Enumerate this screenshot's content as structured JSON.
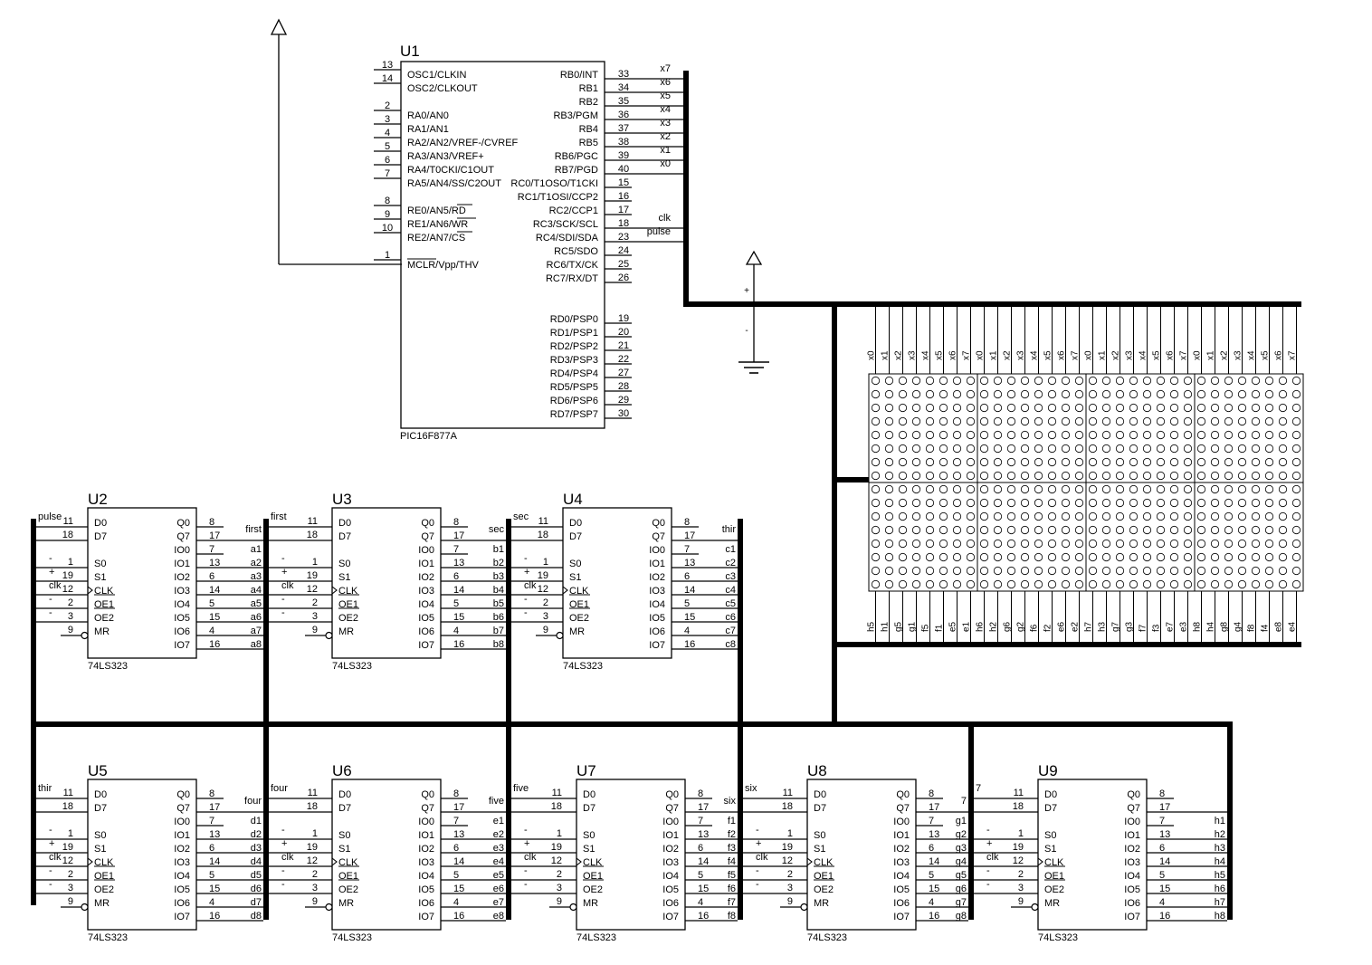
{
  "u1": {
    "ref": "U1",
    "part": "PIC16F877A",
    "left_pins": [
      {
        "num": "13",
        "name": "OSC1/CLKIN"
      },
      {
        "num": "14",
        "name": "OSC2/CLKOUT"
      },
      {
        "num": "2",
        "name": "RA0/AN0"
      },
      {
        "num": "3",
        "name": "RA1/AN1"
      },
      {
        "num": "4",
        "name": "RA2/AN2/VREF-/CVREF"
      },
      {
        "num": "5",
        "name": "RA3/AN3/VREF+"
      },
      {
        "num": "6",
        "name": "RA4/T0CKI/C1OUT"
      },
      {
        "num": "7",
        "name": "RA5/AN4/SS/C2OUT"
      },
      {
        "num": "8",
        "name": "RE0/AN5/RD"
      },
      {
        "num": "9",
        "name": "RE1/AN6/WR"
      },
      {
        "num": "10",
        "name": "RE2/AN7/CS"
      },
      {
        "num": "1",
        "name": "MCLR/Vpp/THV"
      }
    ],
    "right_pins": [
      {
        "num": "33",
        "name": "RB0/INT",
        "net": "x7"
      },
      {
        "num": "34",
        "name": "RB1",
        "net": "x6"
      },
      {
        "num": "35",
        "name": "RB2",
        "net": "x5"
      },
      {
        "num": "36",
        "name": "RB3/PGM",
        "net": "x4"
      },
      {
        "num": "37",
        "name": "RB4",
        "net": "x3"
      },
      {
        "num": "38",
        "name": "RB5",
        "net": "x2"
      },
      {
        "num": "39",
        "name": "RB6/PGC",
        "net": "x1"
      },
      {
        "num": "40",
        "name": "RB7/PGD",
        "net": "x0"
      },
      {
        "num": "15",
        "name": "RC0/T1OSO/T1CKI",
        "net": ""
      },
      {
        "num": "16",
        "name": "RC1/T1OSI/CCP2",
        "net": ""
      },
      {
        "num": "17",
        "name": "RC2/CCP1",
        "net": ""
      },
      {
        "num": "18",
        "name": "RC3/SCK/SCL",
        "net": "clk"
      },
      {
        "num": "23",
        "name": "RC4/SDI/SDA",
        "net": "pulse"
      },
      {
        "num": "24",
        "name": "RC5/SDO",
        "net": ""
      },
      {
        "num": "25",
        "name": "RC6/TX/CK",
        "net": ""
      },
      {
        "num": "26",
        "name": "RC7/RX/DT",
        "net": ""
      },
      {
        "num": "19",
        "name": "RD0/PSP0",
        "net": ""
      },
      {
        "num": "20",
        "name": "RD1/PSP1",
        "net": ""
      },
      {
        "num": "21",
        "name": "RD2/PSP2",
        "net": ""
      },
      {
        "num": "22",
        "name": "RD3/PSP3",
        "net": ""
      },
      {
        "num": "27",
        "name": "RD4/PSP4",
        "net": ""
      },
      {
        "num": "28",
        "name": "RD5/PSP5",
        "net": ""
      },
      {
        "num": "29",
        "name": "RD6/PSP6",
        "net": ""
      },
      {
        "num": "30",
        "name": "RD7/PSP7",
        "net": ""
      }
    ]
  },
  "battery": {
    "plus": "+",
    "minus": "-"
  },
  "matrix": {
    "top_labels": [
      "x0",
      "x1",
      "x2",
      "x3",
      "x4",
      "x5",
      "x6",
      "x7",
      "x0",
      "x1",
      "x2",
      "x3",
      "x4",
      "x5",
      "x6",
      "x7",
      "x0",
      "x1",
      "x2",
      "x3",
      "x4",
      "x5",
      "x6",
      "x7",
      "x0",
      "x1",
      "x2",
      "x3",
      "x4",
      "x5",
      "x6",
      "x7"
    ],
    "bottom_labels": [
      "h5",
      "h1",
      "g5",
      "g1",
      "f5",
      "f1",
      "e5",
      "e1",
      "h6",
      "h2",
      "g6",
      "g2",
      "f6",
      "f2",
      "e6",
      "e2",
      "h7",
      "h3",
      "g7",
      "g3",
      "f7",
      "f3",
      "e7",
      "e3",
      "h8",
      "h4",
      "g8",
      "g4",
      "f8",
      "f4",
      "e8",
      "e4"
    ]
  },
  "latch_common": {
    "part": "74LS323",
    "left_pins": [
      {
        "num": "11",
        "name": "D0"
      },
      {
        "num": "18",
        "name": "D7"
      },
      {
        "num": "1",
        "name": "S0"
      },
      {
        "num": "19",
        "name": "S1"
      },
      {
        "num": "12",
        "name": "CLK"
      },
      {
        "num": "2",
        "name": "OE1"
      },
      {
        "num": "3",
        "name": "OE2"
      },
      {
        "num": "9",
        "name": "MR"
      }
    ],
    "right_names": [
      "Q0",
      "Q7",
      "IO0",
      "IO1",
      "IO2",
      "IO3",
      "IO4",
      "IO5",
      "IO6",
      "IO7"
    ],
    "right_nums": [
      "8",
      "17",
      "7",
      "13",
      "6",
      "14",
      "5",
      "15",
      "4",
      "16"
    ],
    "s0_level": "-",
    "s1_level": "+",
    "clk_net": "clk",
    "oe1_level": "-",
    "oe2_level": "-"
  },
  "latches": [
    {
      "ref": "U2",
      "d0_net": "pulse",
      "q7_net": "first",
      "io": [
        "a1",
        "a2",
        "a3",
        "a4",
        "a5",
        "a6",
        "a7",
        "a8"
      ]
    },
    {
      "ref": "U3",
      "d0_net": "first",
      "q7_net": "sec",
      "io": [
        "b1",
        "b2",
        "b3",
        "b4",
        "b5",
        "b6",
        "b7",
        "b8"
      ]
    },
    {
      "ref": "U4",
      "d0_net": "sec",
      "q7_net": "thir",
      "io": [
        "c1",
        "c2",
        "c3",
        "c4",
        "c5",
        "c6",
        "c7",
        "c8"
      ]
    },
    {
      "ref": "U5",
      "d0_net": "thir",
      "q7_net": "four",
      "io": [
        "d1",
        "d2",
        "d3",
        "d4",
        "d5",
        "d6",
        "d7",
        "d8"
      ]
    },
    {
      "ref": "U6",
      "d0_net": "four",
      "q7_net": "five",
      "io": [
        "e1",
        "e2",
        "e3",
        "e4",
        "e5",
        "e6",
        "e7",
        "e8"
      ]
    },
    {
      "ref": "U7",
      "d0_net": "five",
      "q7_net": "six",
      "io": [
        "f1",
        "f2",
        "f3",
        "f4",
        "f5",
        "f6",
        "f7",
        "f8"
      ]
    },
    {
      "ref": "U8",
      "d0_net": "six",
      "q7_net": "7",
      "io": [
        "g1",
        "g2",
        "g3",
        "g4",
        "g5",
        "g6",
        "g7",
        "g8"
      ]
    },
    {
      "ref": "U9",
      "d0_net": "7",
      "q7_net": "",
      "io": [
        "h1",
        "h2",
        "h3",
        "h4",
        "h5",
        "h6",
        "h7",
        "h8"
      ]
    }
  ]
}
